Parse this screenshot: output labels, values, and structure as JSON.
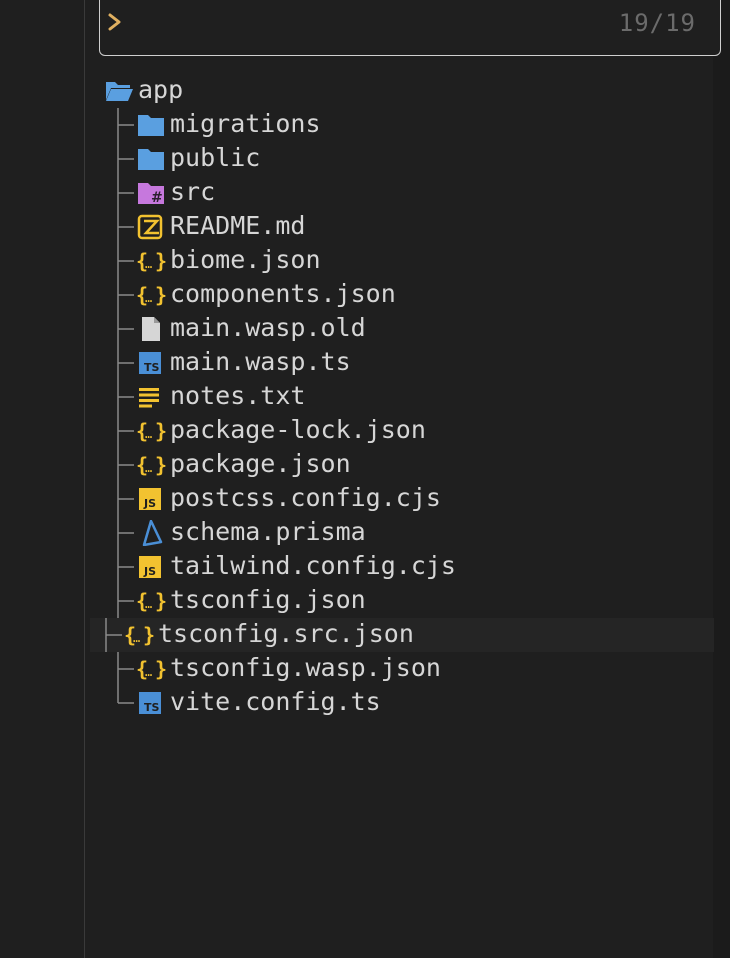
{
  "prompt": {
    "counter": "19/19"
  },
  "tree": {
    "root": {
      "name": "app",
      "icon": "folder-open-icon"
    },
    "items": [
      {
        "name": "migrations",
        "icon": "folder-icon"
      },
      {
        "name": "public",
        "icon": "folder-icon"
      },
      {
        "name": "src",
        "icon": "hash-folder-icon"
      },
      {
        "name": "README.md",
        "icon": "readme-icon"
      },
      {
        "name": "biome.json",
        "icon": "json-icon"
      },
      {
        "name": "components.json",
        "icon": "json-icon"
      },
      {
        "name": "main.wasp.old",
        "icon": "file-icon"
      },
      {
        "name": "main.wasp.ts",
        "icon": "ts-icon"
      },
      {
        "name": "notes.txt",
        "icon": "text-lines-icon"
      },
      {
        "name": "package-lock.json",
        "icon": "json-icon"
      },
      {
        "name": "package.json",
        "icon": "json-icon"
      },
      {
        "name": "postcss.config.cjs",
        "icon": "js-icon"
      },
      {
        "name": "schema.prisma",
        "icon": "prisma-icon"
      },
      {
        "name": "tailwind.config.cjs",
        "icon": "js-icon"
      },
      {
        "name": "tsconfig.json",
        "icon": "json-icon"
      },
      {
        "name": "tsconfig.src.json",
        "icon": "json-icon"
      },
      {
        "name": "tsconfig.wasp.json",
        "icon": "json-icon"
      },
      {
        "name": "vite.config.ts",
        "icon": "ts-icon"
      }
    ]
  },
  "colors": {
    "folder": "#5a9fe0",
    "json": "#f2c230",
    "js": "#f2c230",
    "ts": "#4a8fd6",
    "hash_folder": "#c678dd",
    "text": "#d6d6d6",
    "connector": "#8a8a8a"
  }
}
